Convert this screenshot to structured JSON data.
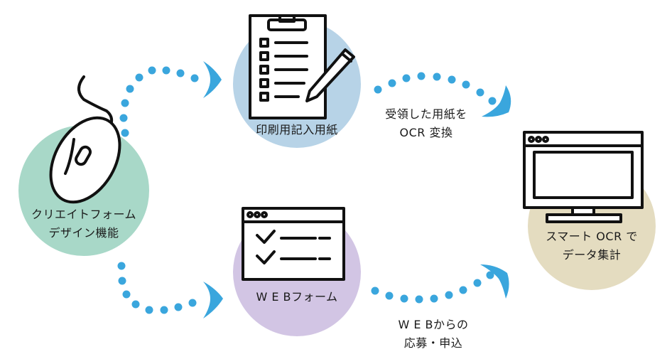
{
  "nodes": {
    "form_design": {
      "line1": "クリエイトフォーム",
      "line2": "デザイン機能",
      "color": "#a8d8c8",
      "icon": "mouse-icon"
    },
    "paper_form": {
      "label": "印刷用記入用紙",
      "color": "#b7d3e7",
      "icon": "clipboard-checklist-icon"
    },
    "web_form": {
      "label": "W E Bフォーム",
      "color": "#d2c5e4",
      "icon": "browser-checklist-icon"
    },
    "ocr": {
      "line1": "スマート OCR で",
      "line2": "データ集計",
      "color": "#e4dcc0",
      "icon": "monitor-icon"
    }
  },
  "edges": {
    "paper_to_ocr": {
      "line1": "受領した用紙を",
      "line2": "OCR 変換"
    },
    "web_to_ocr": {
      "line1": "W E Bからの",
      "line2": "応募・申込"
    }
  },
  "colors": {
    "arrow": "#3aa6dd",
    "stroke": "#111111"
  }
}
